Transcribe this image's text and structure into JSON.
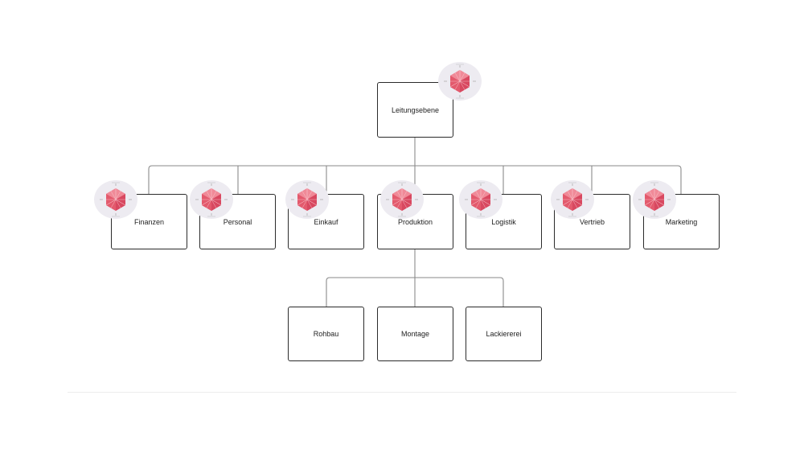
{
  "org_chart": {
    "root": {
      "label": "Leitungsebene"
    },
    "departments": [
      {
        "label": "Finanzen"
      },
      {
        "label": "Personal"
      },
      {
        "label": "Einkauf"
      },
      {
        "label": "Produktion"
      },
      {
        "label": "Logistik"
      },
      {
        "label": "Vertrieb"
      },
      {
        "label": "Marketing"
      }
    ],
    "sub_units": [
      {
        "label": "Rohbau"
      },
      {
        "label": "Montage"
      },
      {
        "label": "Lackiererei"
      }
    ]
  },
  "badge": {
    "icon": "cube-radar-icon",
    "color": "#e35a6d",
    "background": "#edebf1"
  }
}
